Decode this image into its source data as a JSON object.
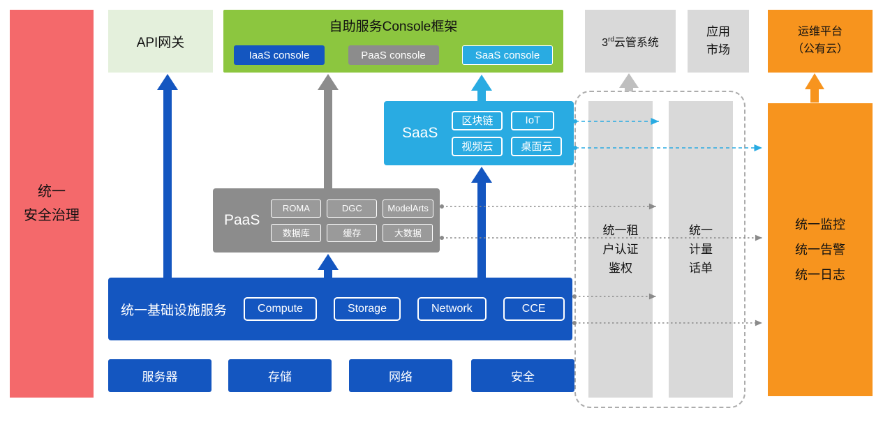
{
  "colors": {
    "red": "#F4696B",
    "green": "#8CC63F",
    "light_green": "#E4F0DC",
    "blue": "#1456C0",
    "gray": "#8C8C8C",
    "light_gray": "#D9D9D9",
    "cyan": "#29ABE2",
    "orange": "#F7941E"
  },
  "security_bar": {
    "label": "统一\n安全治理"
  },
  "api_gateway": {
    "label": "API网关"
  },
  "console_framework": {
    "title": "自助服务Console框架",
    "consoles": [
      {
        "label": "IaaS console"
      },
      {
        "label": "PaaS console"
      },
      {
        "label": "SaaS console"
      }
    ]
  },
  "third_party_cloud": {
    "base": "3",
    "sup": "rd",
    "rest": "云管系统"
  },
  "app_market": {
    "label": "应用\n市场"
  },
  "ops_platform": {
    "label": "运维平台\n（公有云）"
  },
  "saas": {
    "label": "SaaS",
    "items": [
      "区块链",
      "IoT",
      "视频云",
      "桌面云"
    ]
  },
  "paas": {
    "label": "PaaS",
    "items": [
      "ROMA",
      "DGC",
      "ModelArts",
      "数据库",
      "缓存",
      "大数据"
    ]
  },
  "infrastructure": {
    "label": "统一基础设施服务",
    "items": [
      "Compute",
      "Storage",
      "Network",
      "CCE"
    ]
  },
  "hardware": {
    "items": [
      "服务器",
      "存储",
      "网络",
      "安全"
    ]
  },
  "auth_bar": {
    "label": "统一租\n户认证\n鉴权"
  },
  "billing_bar": {
    "label": "统一\n计量\n话单"
  },
  "monitoring": {
    "label": "统一监控\n统一告警\n统一日志"
  }
}
